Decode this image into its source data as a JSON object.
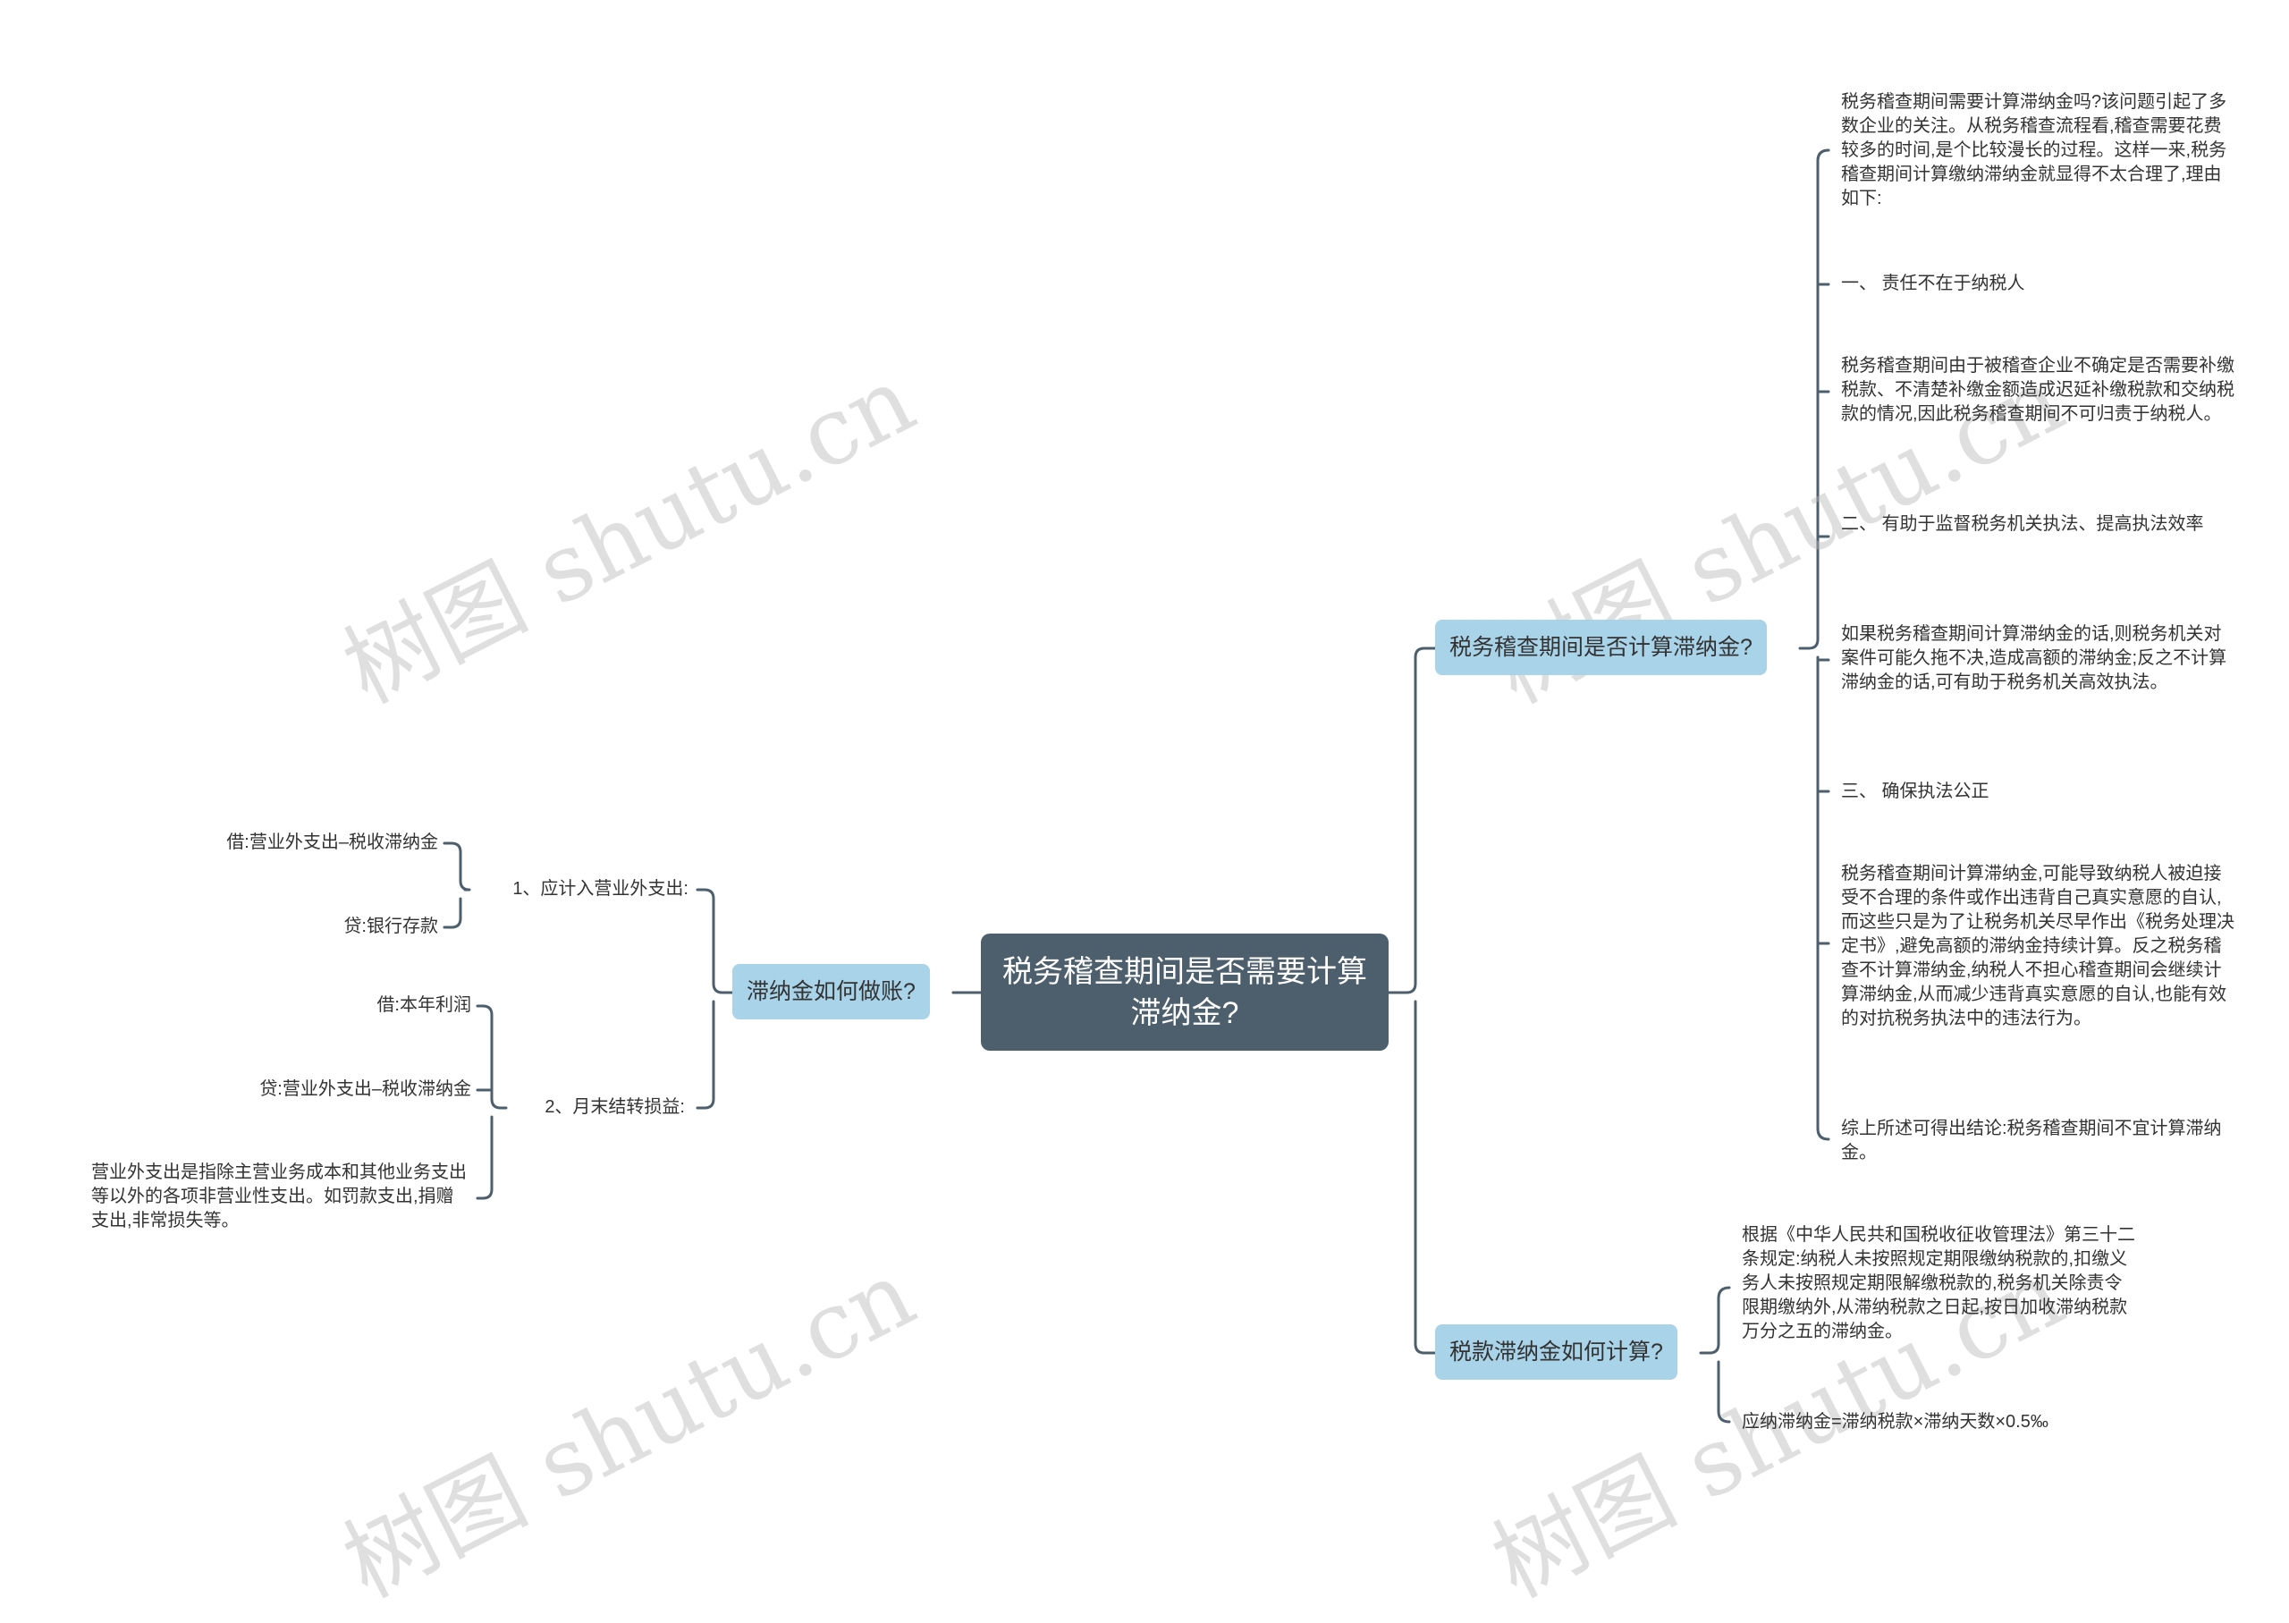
{
  "root": {
    "label": "税务稽查期间是否需要计算滞纳金?"
  },
  "branches": {
    "audit": {
      "label": "税务稽查期间是否计算滞纳金?",
      "items": [
        "税务稽查期间需要计算滞纳金吗?该问题引起了多数企业的关注。从税务稽查流程看,稽查需要花费较多的时间,是个比较漫长的过程。这样一来,税务稽查期间计算缴纳滞纳金就显得不太合理了,理由如下:",
        "一、 责任不在于纳税人",
        "税务稽查期间由于被稽查企业不确定是否需要补缴税款、不清楚补缴金额造成迟延补缴税款和交纳税款的情况,因此税务稽查期间不可归责于纳税人。",
        "二、 有助于监督税务机关执法、提高执法效率",
        "如果税务稽查期间计算滞纳金的话,则税务机关对案件可能久拖不决,造成高额的滞纳金;反之不计算滞纳金的话,可有助于税务机关高效执法。",
        "三、 确保执法公正",
        "税务稽查期间计算滞纳金,可能导致纳税人被迫接受不合理的条件或作出违背自己真实意愿的自认,而这些只是为了让税务机关尽早作出《税务处理决定书》,避免高额的滞纳金持续计算。反之税务稽查不计算滞纳金,纳税人不担心稽查期间会继续计算滞纳金,从而减少违背真实意愿的自认,也能有效的对抗税务执法中的违法行为。",
        "综上所述可得出结论:税务稽查期间不宜计算滞纳金。"
      ]
    },
    "calc": {
      "label": "税款滞纳金如何计算?",
      "items": [
        "根据《中华人民共和国税收征收管理法》第三十二条规定:纳税人未按照规定期限缴纳税款的,扣缴义务人未按照规定期限解缴税款的,税务机关除责令限期缴纳外,从滞纳税款之日起,按日加收滞纳税款万分之五的滞纳金。",
        "应纳滞纳金=滞纳税款×滞纳天数×0.5‰"
      ]
    },
    "account": {
      "label": "滞纳金如何做账?",
      "sub1": {
        "label": "1、应计入营业外支出:",
        "items": [
          "借:营业外支出–税收滞纳金",
          "贷:银行存款"
        ]
      },
      "sub2": {
        "label": "2、月末结转损益:",
        "items": [
          "借:本年利润",
          "贷:营业外支出–税收滞纳金",
          "营业外支出是指除主营业务成本和其他业务支出等以外的各项非营业性支出。如罚款支出,捐赠支出,非常损失等。"
        ]
      }
    }
  },
  "watermark": "树图 shutu.cn",
  "colors": {
    "root": "#4d5e6d",
    "branch": "#a9d3e8",
    "line": "#4d5e6d"
  }
}
